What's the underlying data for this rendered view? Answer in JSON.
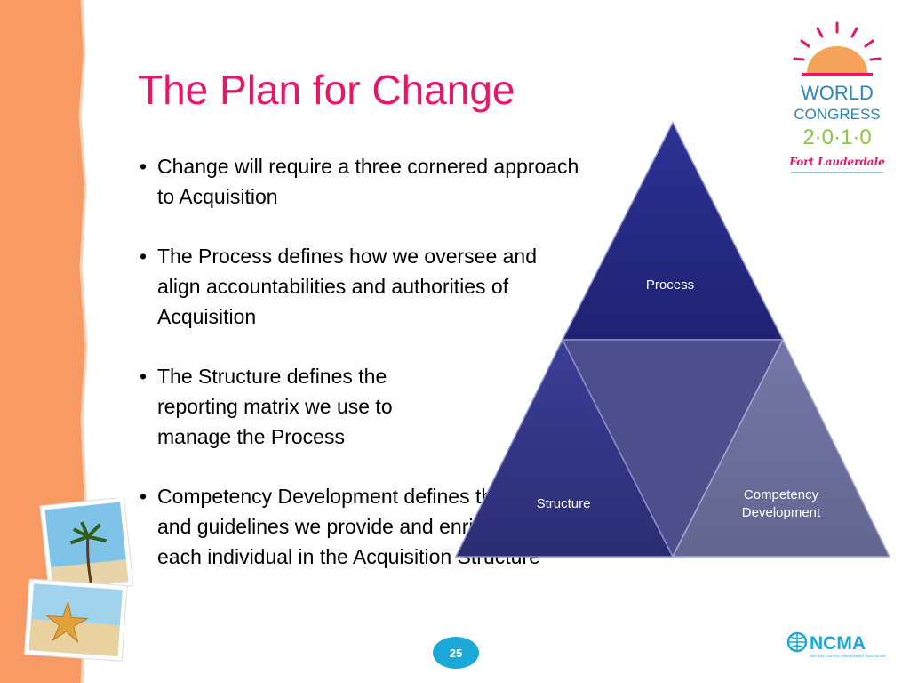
{
  "slide": {
    "title": "The Plan for Change",
    "page_number": "25"
  },
  "bullets": [
    "Change will require a three cornered approach to Acquisition",
    "The Process defines how we oversee and align accountabilities and authorities of Acquisition",
    "The Structure defines the reporting matrix we use to manage the Process",
    "Competency Development defines the tools and guidelines we provide and enrich in each individual in the Acquisition Structure"
  ],
  "pyramid": {
    "top": "Process",
    "left": "Structure",
    "right_line1": "Competency",
    "right_line2": "Development"
  },
  "logos": {
    "world_congress_line1": "WORLD",
    "world_congress_line2": "CONGRESS",
    "world_congress_year": "2·0·1·0",
    "world_congress_city": "Fort Lauderdale",
    "ncma": "NCMA",
    "ncma_tagline": "NATIONAL CONTRACT MANAGEMENT ASSOCIATION"
  },
  "colors": {
    "title": "#e6176b",
    "side_band": "#f79a63",
    "pyramid_dark": "#2e3192",
    "pyramid_mid": "#3d3f8f",
    "pyramid_light": "#6b6f9f",
    "page_badge": "#1aa8d8"
  }
}
